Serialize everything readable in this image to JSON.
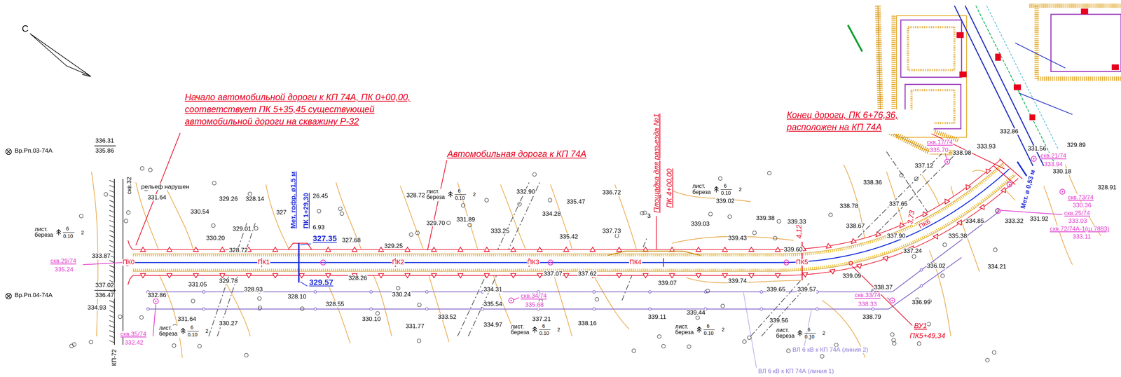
{
  "diagram": {
    "labels": [
      "С",
      "Вр.Рп.03-74А",
      "336.31",
      "335.86",
      "Вр.Рп.04-74А",
      "337.02",
      "336.47",
      "Начало автомобильной дороги к КП 74А, ПК 0+00,00, соответствует ПК 5+35,45 существующей автомобильной дороги на скважину Р-32",
      "Автомобильная дорога к КП 74А",
      "Площадка для разъезда №1",
      "ПК 4+00,00",
      "Конец дороги, ПК 6+76,36, расположен на КП 74А",
      "ВУ1",
      "ПК5+49,34",
      "4,12",
      "3,73",
      "ПК0",
      "ПК1",
      "ПК2",
      "ПК3",
      "ПК4",
      "ПК5",
      "ПК6",
      "Мет. гофр. ø1,5 м",
      "ПК 1+29,30",
      "327.35",
      "329.57",
      "Мет. ø 0,53 м",
      "ВЛ 6 кВ к КП 74А (линия 2)",
      "ВЛ 6 кВ к КП 74А (линия 1)",
      "рельеф нарушен",
      "КП-72",
      "скв.32",
      "скв.29/74",
      "335.24",
      "скв.35/74",
      "332.42",
      "скв.34/74",
      "335.68",
      "скв.33/74",
      "338.33",
      "скв.17/74",
      "335.70",
      "скв.21/74",
      "333.94",
      "скв.73/74",
      "330.36",
      "скв.25/74",
      "333.03",
      "скв.72/74А-1(ш.7883)",
      "333.11",
      "лист. береза",
      "6",
      "0.10",
      "2",
      "лист. береза",
      "6",
      "0.10",
      "2",
      "лист. береза",
      "6",
      "0.10",
      "2",
      "лист. береза",
      "6",
      "0.10",
      "2",
      "лист. береза",
      "6",
      "0.10",
      "2",
      "лист. береза",
      "6",
      "0.10",
      "2",
      "лист. береза",
      "6",
      "0.10",
      "2",
      "331.64",
      "330.54",
      "329.26",
      "328.14",
      "26.45",
      "6.93",
      "327.68",
      "329.25",
      "328.72",
      "329.70",
      "332.90",
      "331.89",
      "334.28",
      "333.25",
      "335.47",
      "336.72",
      "335.42",
      "337.73",
      "339.02",
      "339.03",
      "339.38",
      "339.43",
      "339.33",
      "338.36",
      "338.78",
      "338.67",
      "337.65",
      "337.12",
      "338.98",
      "333.93",
      "332.86",
      "331.56",
      "329.89",
      "330.18",
      "328.91",
      "334.85",
      "333.32",
      "331.92",
      "335.38",
      "337.90",
      "337.24",
      "336.02",
      "334.21",
      "339.09",
      "338.37",
      "336.99",
      "338.79",
      "339.56",
      "339.65",
      "339.57",
      "339.74",
      "339.07",
      "339.44",
      "339.11",
      "338.16",
      "337.21",
      "334.97",
      "333.52",
      "331.77",
      "330.10",
      "330.27",
      "331.64",
      "332.86",
      "328.10",
      "328.55",
      "328.93",
      "331.05",
      "329.78",
      "330.20",
      "329.01",
      "327",
      "333.87",
      "334.93",
      "330.24",
      "334.31",
      "335.54",
      "337.62",
      "337.07",
      "339.60",
      "328.26",
      "328.72",
      "3"
    ]
  }
}
